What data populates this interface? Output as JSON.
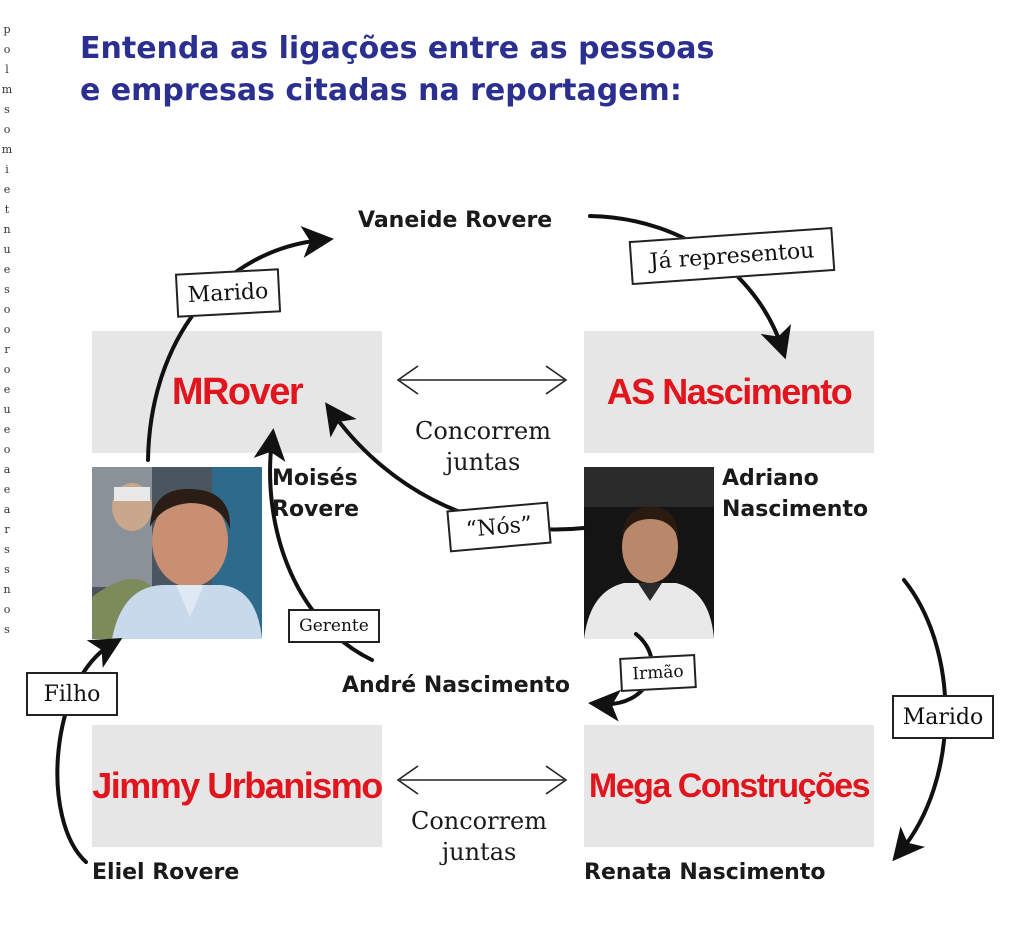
{
  "title": {
    "line1": "Entenda as ligações entre as pessoas",
    "line2": "e empresas citadas na reportagem:"
  },
  "margin_letters": [
    "p",
    "o",
    "l",
    "m",
    "s",
    "o",
    "m",
    "i",
    "e",
    "t",
    "n",
    "u",
    "e",
    "s",
    "o",
    "o",
    "r",
    "o",
    "e",
    "u",
    "e",
    "o",
    "a",
    "e",
    "a",
    "r",
    "s",
    "s",
    "n",
    "o",
    "s"
  ],
  "companies": {
    "mrover": "MRover",
    "as_nascimento": "AS Nascimento",
    "jimmy": "Jimmy Urbanismo",
    "mega": "Mega Construções"
  },
  "people": {
    "vaneide": "Vaneide Rovere",
    "moises_1": "Moisés",
    "moises_2": "Rovere",
    "adriano_1": "Adriano",
    "adriano_2": "Nascimento",
    "andre": "André Nascimento",
    "eliel": "Eliel Rovere",
    "renata": "Renata Nascimento"
  },
  "relations": {
    "concorrem_top_1": "Concorrem",
    "concorrem_top_2": "juntas",
    "concorrem_bottom_1": "Concorrem",
    "concorrem_bottom_2": "juntas",
    "marido_left": "Marido",
    "ja_representou": "Já representou",
    "nos": "“Nós”",
    "gerente": "Gerente",
    "irmao": "Irmão",
    "filho": "Filho",
    "marido_right": "Marido"
  },
  "colors": {
    "title": "#2b2f8f",
    "company_text": "#e1151d",
    "company_bg": "#e6e6e7",
    "arrow": "#111111"
  }
}
